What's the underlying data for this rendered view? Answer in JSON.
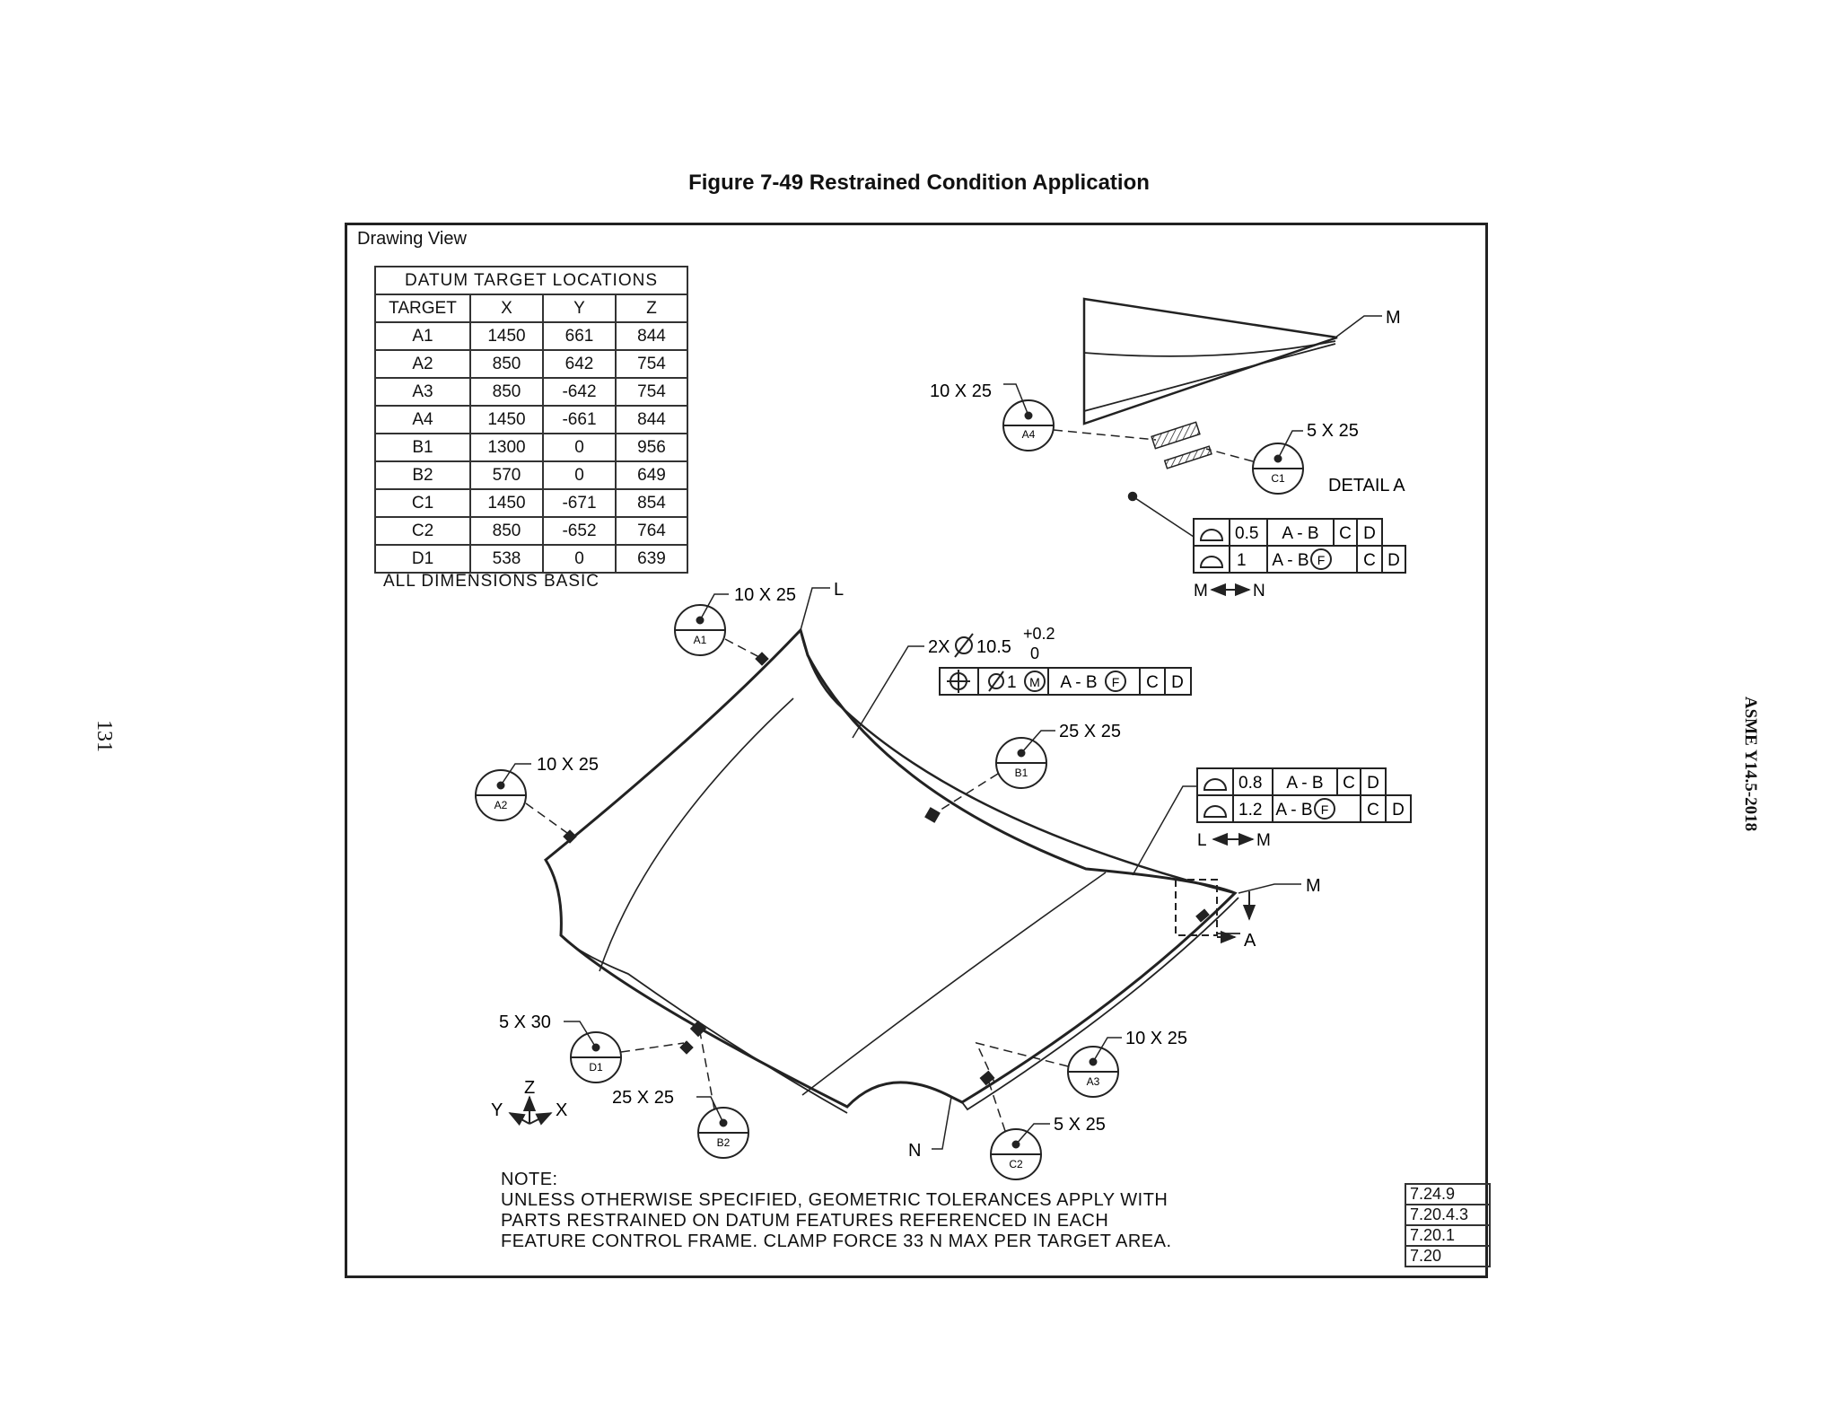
{
  "figure_title": "Figure 7-49 Restrained Condition Application",
  "page_number": "131",
  "standard": "ASME Y14.5-2018",
  "drawing_view_label": "Drawing View",
  "table": {
    "title": "DATUM TARGET LOCATIONS",
    "headers": [
      "TARGET",
      "X",
      "Y",
      "Z"
    ],
    "rows": [
      [
        "A1",
        "1450",
        "661",
        "844"
      ],
      [
        "A2",
        "850",
        "642",
        "754"
      ],
      [
        "A3",
        "850",
        "-642",
        "754"
      ],
      [
        "A4",
        "1450",
        "-661",
        "844"
      ],
      [
        "B1",
        "1300",
        "0",
        "956"
      ],
      [
        "B2",
        "570",
        "0",
        "649"
      ],
      [
        "C1",
        "1450",
        "-671",
        "854"
      ],
      [
        "C2",
        "850",
        "-652",
        "764"
      ],
      [
        "D1",
        "538",
        "0",
        "639"
      ]
    ]
  },
  "all_dimensions": "ALL DIMENSIONS BASIC",
  "targets": {
    "A1": {
      "label": "A1",
      "size": "10 X 25"
    },
    "A2": {
      "label": "A2",
      "size": "10 X 25"
    },
    "A3": {
      "label": "A3",
      "size": "10 X 25"
    },
    "A4": {
      "label": "A4",
      "size": "10 X 25"
    },
    "B1": {
      "label": "B1",
      "size": "25 X 25"
    },
    "B2": {
      "label": "B2",
      "size": "25 X 25"
    },
    "C1": {
      "label": "C1",
      "size": "5 X 25"
    },
    "C2": {
      "label": "C2",
      "size": "5 X 25"
    },
    "D1": {
      "label": "D1",
      "size": "5 X 30"
    }
  },
  "detail": {
    "label": "DETAIL A",
    "point_m": "M",
    "fcf1": {
      "tol": "0.5",
      "datums": [
        "A - B",
        "C",
        "D"
      ]
    },
    "fcf2": {
      "tol": "1",
      "datums": [
        "A - B",
        "F",
        "C",
        "D"
      ]
    },
    "between": {
      "from": "M",
      "to": "N"
    }
  },
  "hole_callout": {
    "prefix": "2X",
    "diameter": "10.5",
    "tol_upper": "+0.2",
    "tol_lower": "0",
    "fcf": {
      "tol": "1",
      "modifier": "M",
      "datums": [
        "A - B",
        "F",
        "C",
        "D"
      ]
    }
  },
  "profile_main": {
    "fcf1": {
      "tol": "0.8",
      "datums": [
        "A - B",
        "C",
        "D"
      ]
    },
    "fcf2": {
      "tol": "1.2",
      "datums": [
        "A - B",
        "F",
        "C",
        "D"
      ]
    },
    "between": {
      "from": "L",
      "to": "M"
    }
  },
  "point_labels": {
    "L": "L",
    "M": "M",
    "N": "N",
    "A": "A"
  },
  "axes": {
    "z": "Z",
    "y": "Y",
    "x": "X"
  },
  "note": {
    "heading": "NOTE:",
    "line1": "UNLESS OTHERWISE SPECIFIED, GEOMETRIC TOLERANCES APPLY WITH",
    "line2": "PARTS RESTRAINED ON DATUM FEATURES REFERENCED IN EACH",
    "line3": "FEATURE CONTROL FRAME. CLAMP FORCE 33 N MAX PER TARGET AREA."
  },
  "references": [
    "7.24.9",
    "7.20.4.3",
    "7.20.1",
    "7.20"
  ]
}
